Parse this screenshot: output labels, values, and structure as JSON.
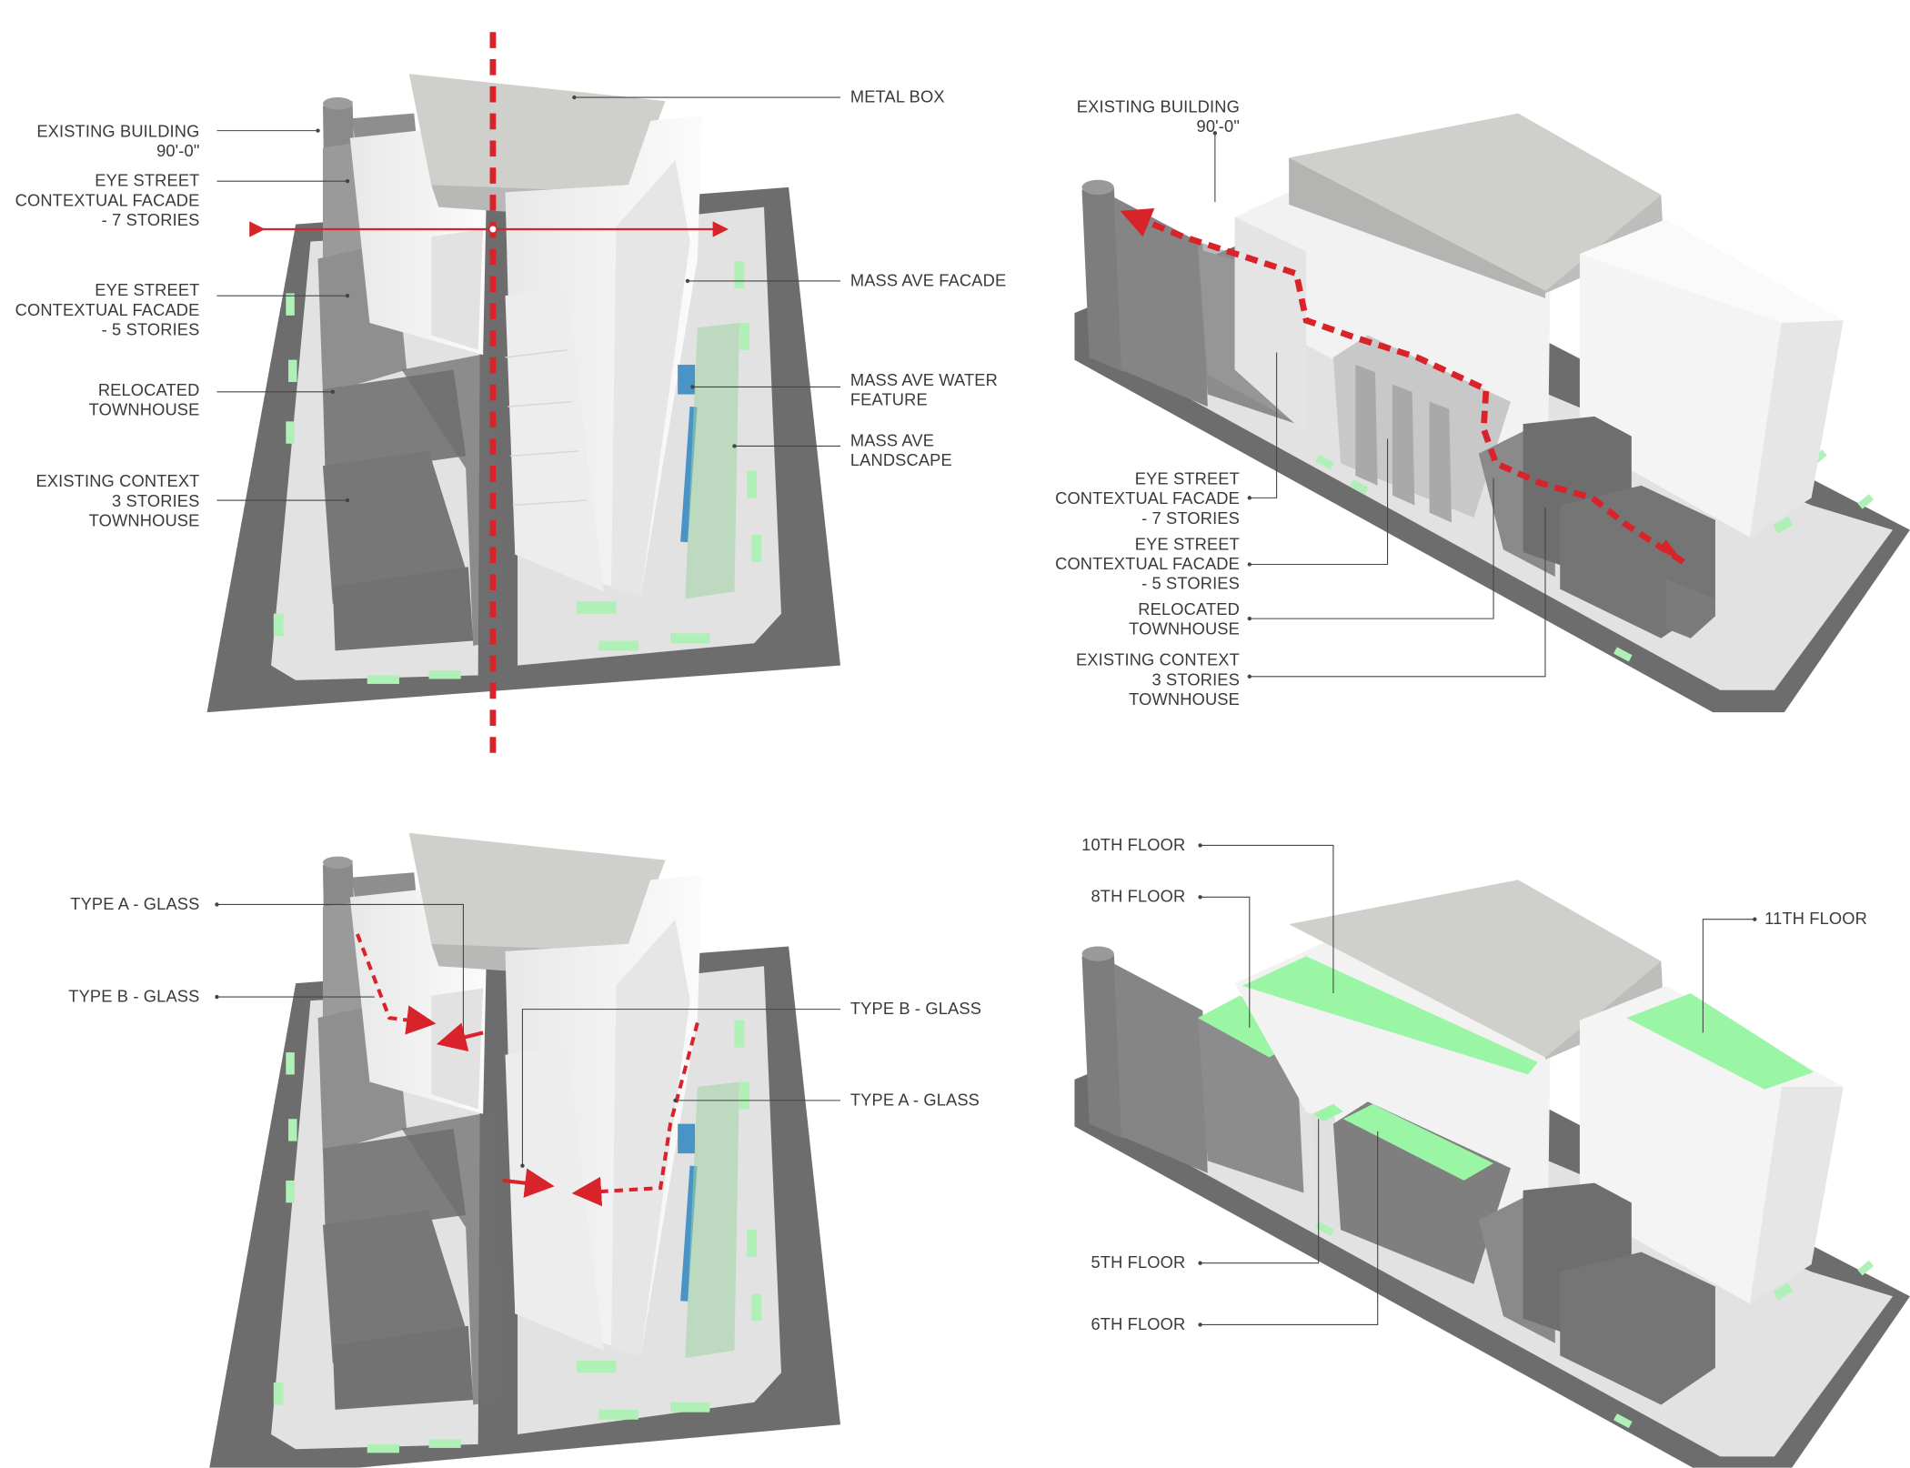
{
  "views": {
    "plan_top_left": {
      "labels": {
        "existing_building": [
          "EXISTING BUILDING",
          "90'-0\""
        ],
        "eye_street_7": [
          "EYE STREET",
          "CONTEXTUAL FACADE",
          "- 7 STORIES"
        ],
        "eye_street_5": [
          "EYE STREET",
          "CONTEXTUAL FACADE",
          "- 5 STORIES"
        ],
        "relocated_townhouse": [
          "RELOCATED",
          "TOWNHOUSE"
        ],
        "existing_context": [
          "EXISTING CONTEXT",
          "3 STORIES",
          "TOWNHOUSE"
        ],
        "metal_box": [
          "METAL BOX"
        ],
        "mass_ave_facade": [
          "MASS AVE FACADE"
        ],
        "mass_ave_water": [
          "MASS AVE WATER",
          "FEATURE"
        ],
        "mass_ave_landscape": [
          "MASS AVE",
          "LANDSCAPE"
        ]
      }
    },
    "iso_top_right": {
      "labels": {
        "existing_building": [
          "EXISTING BUILDING",
          "90'-0\""
        ],
        "eye_street_7": [
          "EYE STREET",
          "CONTEXTUAL FACADE",
          "- 7 STORIES"
        ],
        "eye_street_5": [
          "EYE STREET",
          "CONTEXTUAL FACADE",
          "- 5 STORIES"
        ],
        "relocated_townhouse": [
          "RELOCATED",
          "TOWNHOUSE"
        ],
        "existing_context": [
          "EXISTING CONTEXT",
          "3 STORIES",
          "TOWNHOUSE"
        ]
      }
    },
    "plan_bottom_left": {
      "labels": {
        "type_a_glass_left": [
          "TYPE A - GLASS"
        ],
        "type_b_glass_left": [
          "TYPE B - GLASS"
        ],
        "type_b_glass_right": [
          "TYPE B - GLASS"
        ],
        "type_a_glass_right": [
          "TYPE A - GLASS"
        ]
      }
    },
    "iso_bottom_right": {
      "labels": {
        "tenth_floor": [
          "10TH FLOOR"
        ],
        "eighth_floor": [
          "8TH FLOOR"
        ],
        "eleventh_floor": [
          "11TH FLOOR"
        ],
        "fifth_floor": [
          "5TH FLOOR"
        ],
        "sixth_floor": [
          "6TH FLOOR"
        ]
      }
    }
  },
  "colors": {
    "base_dark": "#6d6d6d",
    "sidewalk": "#e4e4e4",
    "building_white": "#f4f4f4",
    "building_grey": "#8a8a8a",
    "roof_grey": "#cfcfcc",
    "green_roof": "#9af5a4",
    "water": "#4a93c6",
    "red_axis": "#d8232a",
    "leader": "#444444"
  }
}
